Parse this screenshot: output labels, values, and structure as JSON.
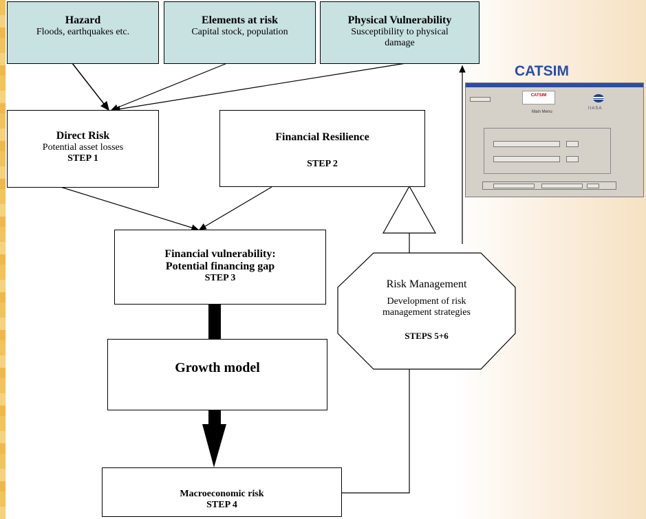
{
  "hazard": {
    "title": "Hazard",
    "sub": "Floods, earthquakes etc."
  },
  "elements": {
    "title": "Elements at risk",
    "sub": "Capital stock, population"
  },
  "physical": {
    "title": "Physical Vulnerability",
    "sub1": "Susceptibility to physical",
    "sub2": "damage"
  },
  "direct": {
    "title": "Direct Risk",
    "sub": "Potential asset losses",
    "step": "STEP 1"
  },
  "resilience": {
    "title": "Financial Resilience",
    "step": "STEP 2"
  },
  "finvuln": {
    "line1": "Financial vulnerability:",
    "line2": "Potential financing gap",
    "step": "STEP 3"
  },
  "growth": {
    "title": "Growth model"
  },
  "macro": {
    "title": "Macroeconomic risk",
    "step": "STEP 4"
  },
  "riskmgmt": {
    "title": "Risk Management",
    "sub1": "Development of risk",
    "sub2": "management strategies",
    "step": "STEPS 5+6"
  },
  "catsim": {
    "title": "CATSIM",
    "logo": "CATSIM",
    "menu": "Main Menu",
    "org": "IIASA"
  },
  "colors": {
    "teal": "#c8e2e2",
    "catsim_blue": "#2b4ea5",
    "stripe": "#f2c35b"
  }
}
